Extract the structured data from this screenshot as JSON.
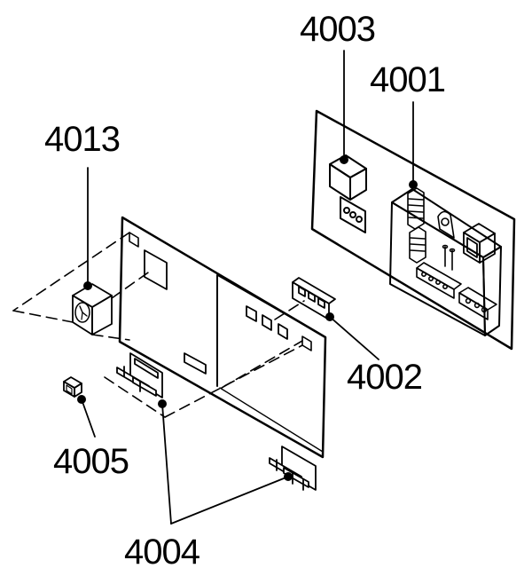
{
  "callouts": {
    "c4003": "4003",
    "c4001": "4001",
    "c4013": "4013",
    "c4002": "4002",
    "c4005": "4005",
    "c4004": "4004"
  },
  "colors": {
    "ink": "#000000",
    "paper": "#ffffff"
  }
}
